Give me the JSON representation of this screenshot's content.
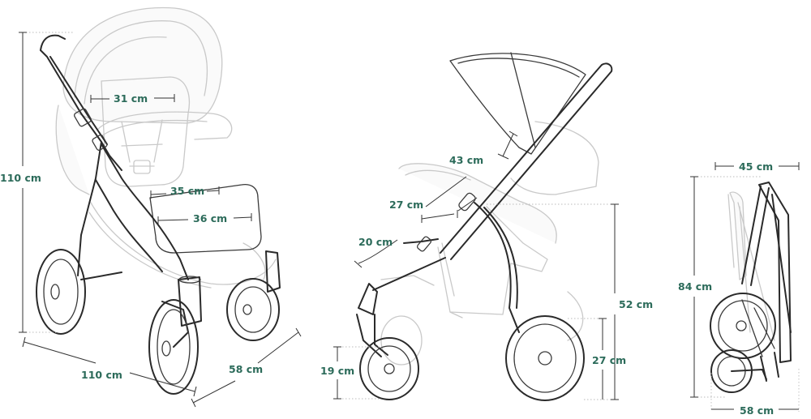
{
  "measurements": {
    "front_total_height": "110 cm",
    "front_backrest_width": "31 cm",
    "front_seat_width": "35 cm",
    "front_footrest_width": "36 cm",
    "front_length": "110 cm",
    "front_width": "58 cm",
    "side_canopy_length": "43 cm",
    "side_backrest_length": "27 cm",
    "side_footrest_length": "20 cm",
    "side_handle_height": "52 cm",
    "side_rear_wheel": "27 cm",
    "side_front_wheel": "19 cm",
    "folded_width": "45 cm",
    "folded_height": "84 cm",
    "folded_depth": "58 cm"
  },
  "colors": {
    "label": "#2c6b5a",
    "line": "#2a2a2a",
    "ghost": "#c9c9c9"
  }
}
